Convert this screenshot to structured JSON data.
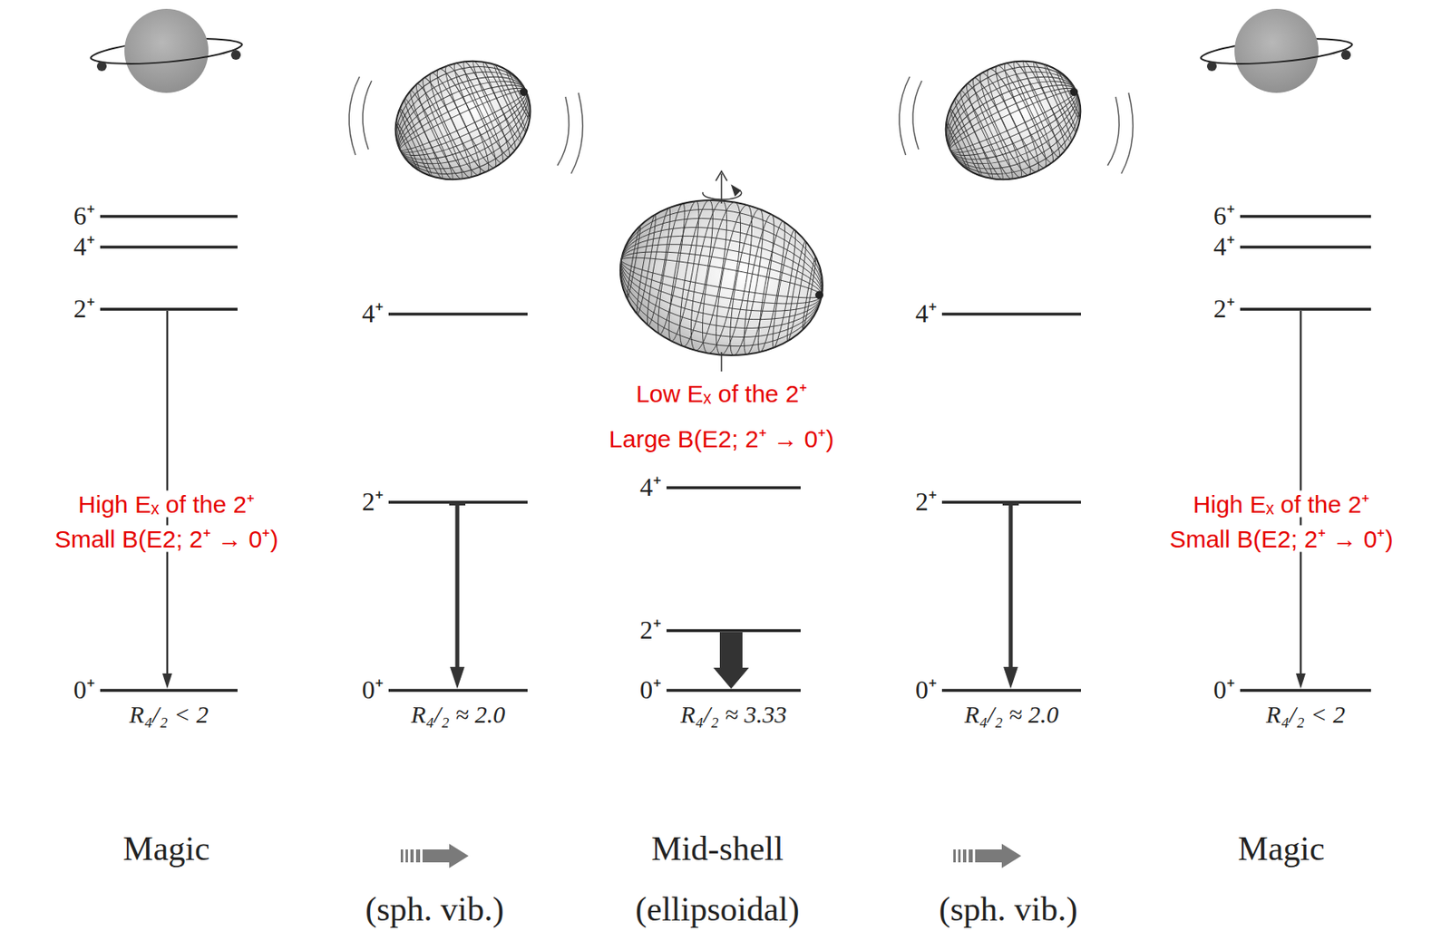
{
  "diagram": {
    "labels": [
      "6⁺",
      "4⁺",
      "2⁺",
      "0⁺",
      "R₄/₂ < 2",
      "High Eₓ of the 2⁺",
      "Small B(E2; 2⁺ → 0⁺)",
      "4⁺",
      "2⁺",
      "0⁺",
      "R₄/₂ ≈ 2.0",
      "Low Eₓ of the 2⁺",
      "Large B(E2; 2⁺ → 0⁺)",
      "4⁺",
      "2⁺",
      "0⁺",
      "R₄/₂ ≈ 3.33",
      "4⁺",
      "2⁺",
      "0⁺",
      "R₄/₂ ≈ 2.0",
      "6⁺",
      "4⁺",
      "2⁺",
      "0⁺",
      "R₄/₂ < 2",
      "High Eₓ of the 2⁺",
      "Small B(E2; 2⁺ → 0⁺)",
      "Magic",
      "Mid-shell",
      "Magic",
      "(sph. vib.)",
      "(ellipsoidal)",
      "(sph. vib.)"
    ]
  }
}
